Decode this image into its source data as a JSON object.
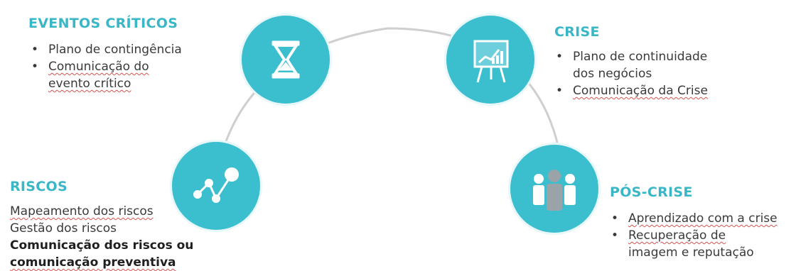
{
  "stages": {
    "eventos": {
      "title": "EVENTOS CRÍTICOS",
      "item1": "Plano de contingência",
      "item2a": "Comunicação do",
      "item2b": "evento crítico",
      "icon": "hourglass-icon"
    },
    "crise": {
      "title": "CRISE",
      "item1a": "Plano de continuidade",
      "item1b": "dos negócios",
      "item2": "Comunicação da Crise",
      "icon": "presentation-chart-icon"
    },
    "riscos": {
      "title": "RISCOS",
      "line1": "Mapeamento dos riscos",
      "line2": "Gestão dos riscos",
      "line3": "Comunicação dos riscos ou",
      "line4": "comunicação preventiva",
      "icon": "connected-nodes-icon"
    },
    "poscrise": {
      "title": "PÓS-CRISE",
      "item1": "Aprendizado com a crise",
      "item2a": "Recuperação de",
      "item2b": "imagem e reputação",
      "icon": "people-group-icon"
    }
  },
  "colors": {
    "accent": "#3ab7c7",
    "circle": "#3bbfcf",
    "arc": "#cfcfcf",
    "text": "#3a3a3a"
  }
}
